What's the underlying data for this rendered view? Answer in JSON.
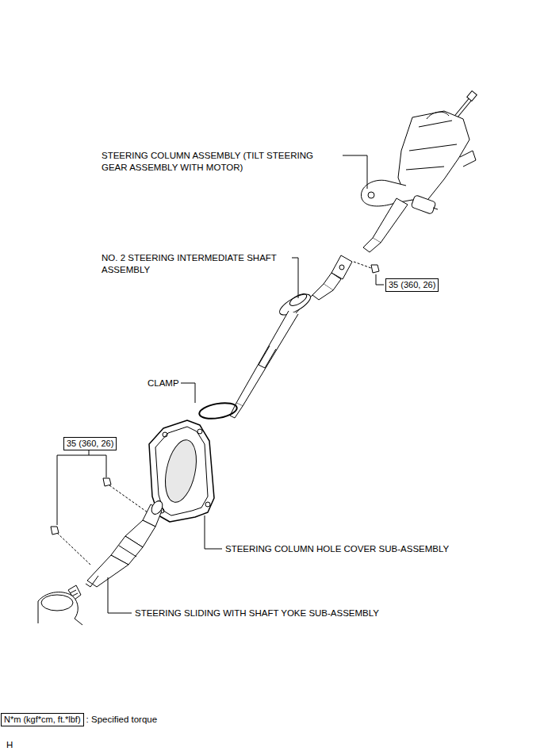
{
  "diagram": {
    "nodes": [
      {
        "text": [
          "35 (360, 26)"
        ]
      },
      {
        "text": [
          "35 (360, 26)"
        ]
      },
      {
        "text": [
          "N*m (kgf*cm, ft.*lbf)"
        ]
      }
    ],
    "labels": [
      "STEERING COLUMN ASSEMBLY (TILT STEERING GEAR ASSEMBLY WITH MOTOR)",
      "NO. 2 STEERING INTERMEDIATE SHAFT ASSEMBLY",
      "CLAMP",
      "STEERING COLUMN HOLE COVER SUB-ASSEMBLY",
      "STEERING SLIDING WITH SHAFT YOKE SUB-ASSEMBLY",
      ": Specified torque",
      "H"
    ]
  }
}
